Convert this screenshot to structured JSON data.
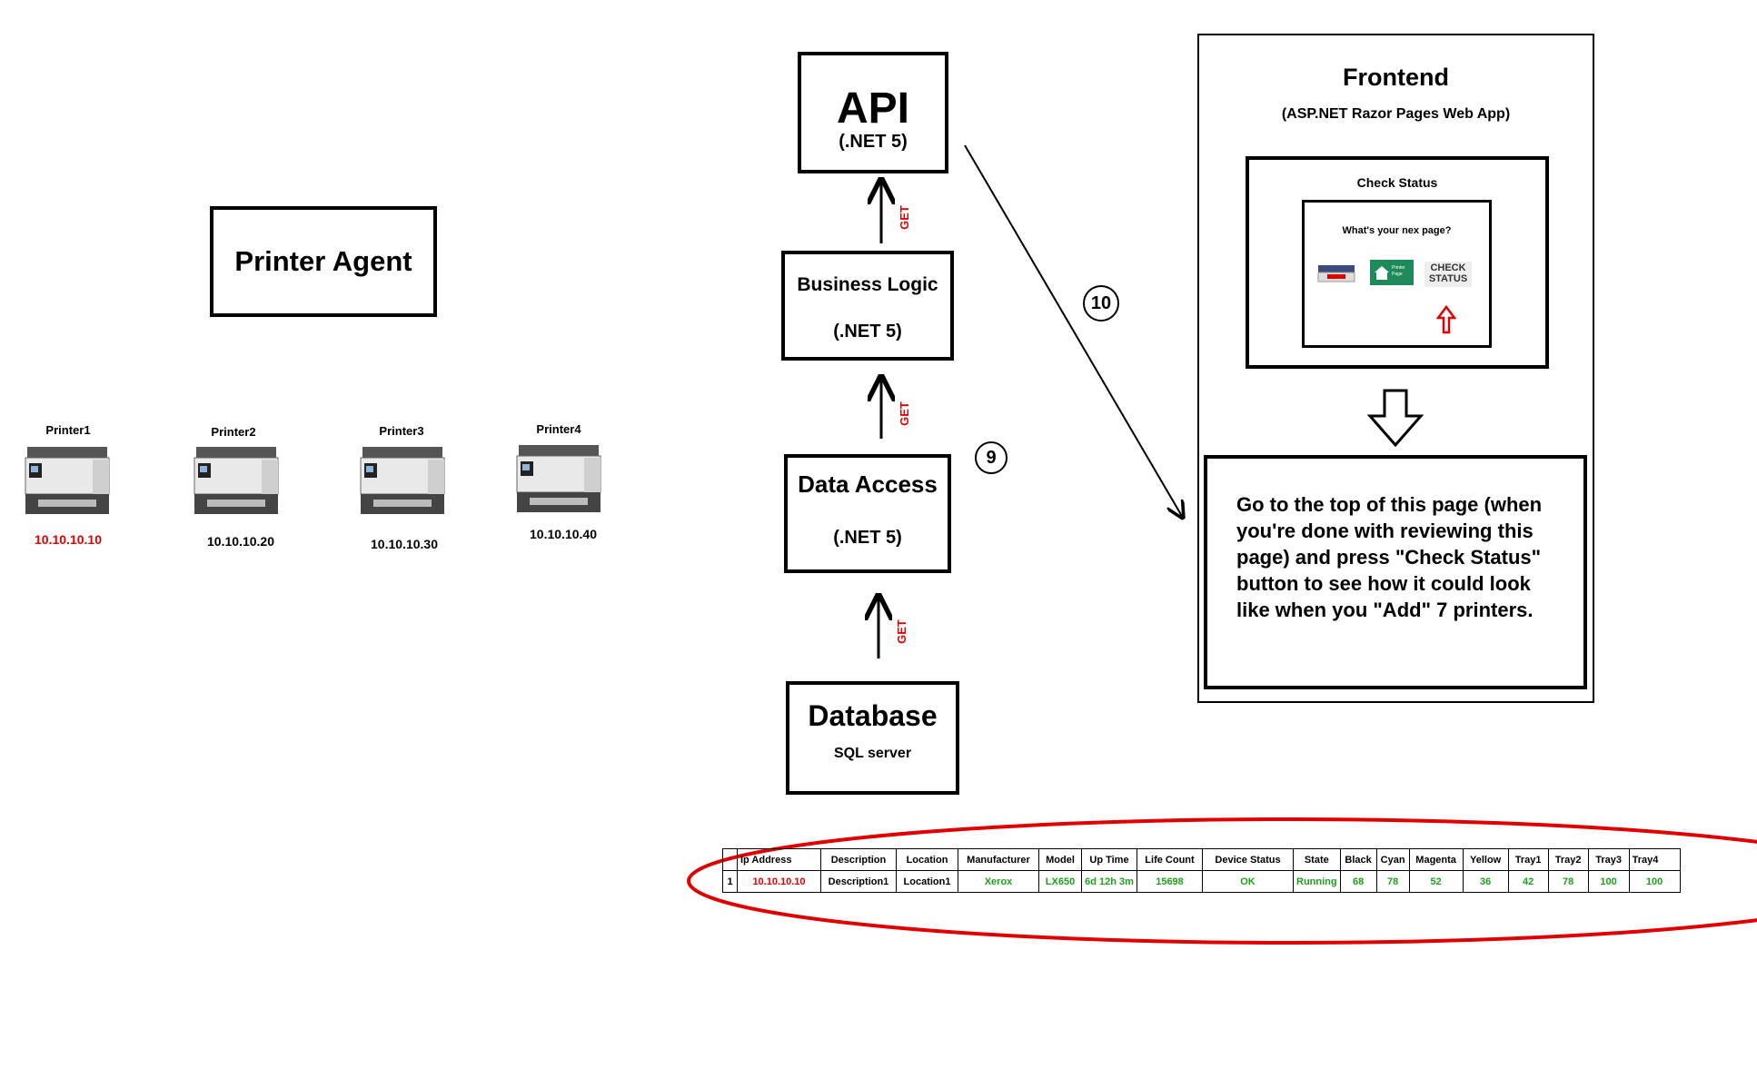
{
  "printer_agent": {
    "label": "Printer Agent"
  },
  "printers": [
    {
      "name": "Printer1",
      "ip": "10.10.10.10",
      "ip_color": "#e00000"
    },
    {
      "name": "Printer2",
      "ip": "10.10.10.20",
      "ip_color": "#000000"
    },
    {
      "name": "Printer3",
      "ip": "10.10.10.30",
      "ip_color": "#000000"
    },
    {
      "name": "Printer4",
      "ip": "10.10.10.40",
      "ip_color": "#000000"
    }
  ],
  "api": {
    "title": "API",
    "subtitle": "(.NET 5)"
  },
  "business_logic": {
    "title": "Business Logic",
    "subtitle": "(.NET 5)"
  },
  "data_access": {
    "title": "Data Access",
    "subtitle": "(.NET 5)"
  },
  "database": {
    "title": "Database",
    "subtitle": "SQL server"
  },
  "get_label": "GET",
  "step_9": "9",
  "step_10": "10",
  "frontend": {
    "title": "Frontend",
    "subtitle": "(ASP.NET Razor Pages Web App)",
    "check_status_title": "Check Status",
    "next_page_prompt": "What's your nex page?",
    "check_status_icon_text": "CHECK STATUS",
    "printer_page_icon_text": "Printer Page"
  },
  "instruction": "Go to the top of this page (when you're done with reviewing this page) and press \"Check Status\" button to see how it could look like when you \"Add\" 7 printers.",
  "table": {
    "headers": [
      "",
      "Ip Address",
      "Description",
      "Location",
      "Manufacturer",
      "Model",
      "Up Time",
      "Life Count",
      "Device Status",
      "State",
      "Black",
      "Cyan",
      "Magenta",
      "Yellow",
      "Tray1",
      "Tray2",
      "Tray3",
      "Tray4"
    ],
    "row": [
      "1",
      "10.10.10.10",
      "Description1",
      "Location1",
      "Xerox",
      "LX650",
      "6d 12h 3m",
      "15698",
      "OK",
      "Running",
      "68",
      "78",
      "52",
      "36",
      "42",
      "78",
      "100",
      "100"
    ]
  },
  "colors": {
    "accent_red": "#e00000",
    "value_green": "#1ea01e"
  }
}
